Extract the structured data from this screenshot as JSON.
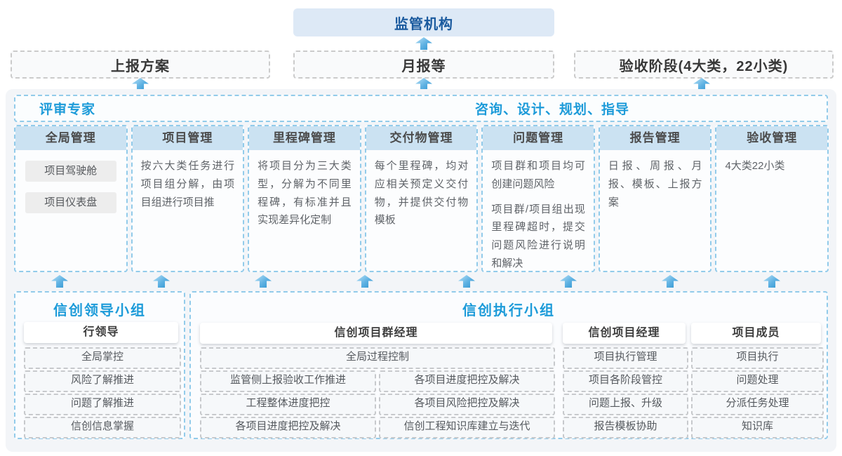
{
  "top": {
    "regulator": "监管机构",
    "outputs": [
      "上报方案",
      "月报等",
      "验收阶段(4大类，22小类)"
    ]
  },
  "middle": {
    "left_role": "评审专家",
    "right_role": "咨询、设计、规划、指导",
    "columns": [
      {
        "title": "全局管理",
        "items": [
          "项目驾驶舱",
          "项目仪表盘"
        ]
      },
      {
        "title": "项目管理",
        "paragraphs": [
          "按六大类任务进行项目组分解，由项目组进行项目推"
        ]
      },
      {
        "title": "里程碑管理",
        "paragraphs": [
          "将项目分为三大类型，分解为不同里程碑，有标准并且实现差异化定制"
        ]
      },
      {
        "title": "交付物管理",
        "paragraphs": [
          "每个里程碑，均对应相关预定义交付物，并提供交付物模板"
        ]
      },
      {
        "title": "问题管理",
        "paragraphs": [
          "项目群和项目均可创建问题风险",
          "项目群/项目组出现里程碑超时，提交问题风险进行说明和解决"
        ]
      },
      {
        "title": "报告管理",
        "paragraphs": [
          "日报、周报、月报、模板、上报方案"
        ]
      },
      {
        "title": "验收管理",
        "paragraphs": [
          "4大类22小类"
        ]
      }
    ]
  },
  "bottom": {
    "leader_group": {
      "title": "信创领导小组",
      "role": "行领导",
      "items": [
        "全局掌控",
        "风险了解推进",
        "问题了解推进",
        "信创信息掌握"
      ]
    },
    "exec_group": {
      "title": "信创执行小组",
      "program_manager": {
        "role": "信创项目群经理",
        "full_item": "全局过程控制",
        "left_items": [
          "监管侧上报验收工作推进",
          "工程整体进度把控",
          "各项目进度把控及解决"
        ],
        "right_items": [
          "各项目进度把控及解决",
          "各项目风险把控及解决",
          "信创工程知识库建立与迭代"
        ]
      },
      "project_manager": {
        "role": "信创项目经理",
        "items": [
          "项目执行管理",
          "项目各阶段管控",
          "问题上报、升级",
          "报告模板协助"
        ]
      },
      "member": {
        "role": "项目成员",
        "items": [
          "项目执行",
          "问题处理",
          "分派任务处理",
          "知识库"
        ]
      }
    }
  },
  "colors": {
    "accent_blue": "#1d9bd9",
    "regulator_fill": "#dde9f6",
    "regulator_text": "#1a5a9e",
    "column_header_fill": "#cbe2f2",
    "dashed_blue_border": "#92cbea",
    "arrow_blue": "#2e93cf"
  }
}
